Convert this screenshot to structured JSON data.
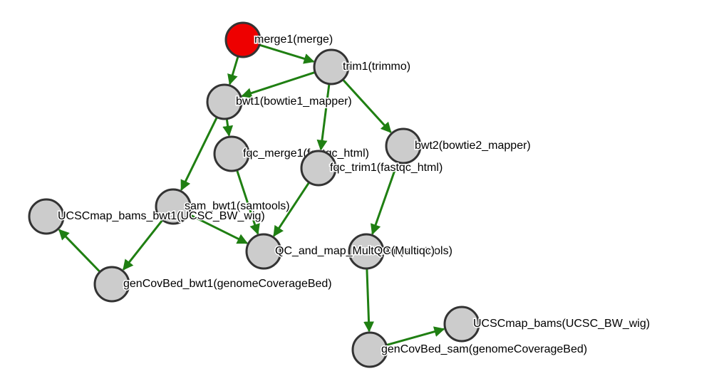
{
  "colors": {
    "edge": "#1f7f12",
    "node_default": "#cccccc",
    "node_active": "#ee0000",
    "node_stroke": "#333333"
  },
  "nodes": [
    {
      "id": "merge1",
      "label": "merge1(merge)",
      "state": "active"
    },
    {
      "id": "trim1",
      "label": "trim1(trimmo)",
      "state": "default"
    },
    {
      "id": "bwt1",
      "label": "bwt1(bowtie1_mapper)",
      "state": "default"
    },
    {
      "id": "bwt2",
      "label": "bwt2(bowtie2_mapper)",
      "state": "default"
    },
    {
      "id": "fqc_merge1",
      "label": "fqc_merge1(fastqc_html)",
      "state": "default"
    },
    {
      "id": "fqc_trim1",
      "label": "fqc_trim1(fastqc_html)",
      "state": "default"
    },
    {
      "id": "sam_bwt1",
      "label": "sam_bwt1(samtools)",
      "state": "default"
    },
    {
      "id": "ucsc_bwt1",
      "label": "UCSCmap_bams_bwt1(UCSC_BW_wig)",
      "state": "default"
    },
    {
      "id": "sam",
      "label": "sam(samtools)",
      "state": "default"
    },
    {
      "id": "qc",
      "label": "QC_and_map_MultQC(Multiqc)",
      "state": "default"
    },
    {
      "id": "gencov_bwt1",
      "label": "genCovBed_bwt1(genomeCoverageBed)",
      "state": "default"
    },
    {
      "id": "ucsc",
      "label": "UCSCmap_bams(UCSC_BW_wig)",
      "state": "default"
    },
    {
      "id": "gencov_sam",
      "label": "genCovBed_sam(genomeCoverageBed)",
      "state": "default"
    }
  ],
  "edges": [
    {
      "from": "merge1",
      "to": "trim1"
    },
    {
      "from": "merge1",
      "to": "bwt1"
    },
    {
      "from": "trim1",
      "to": "bwt1"
    },
    {
      "from": "trim1",
      "to": "fqc_trim1"
    },
    {
      "from": "trim1",
      "to": "bwt2"
    },
    {
      "from": "bwt1",
      "to": "fqc_merge1"
    },
    {
      "from": "bwt1",
      "to": "sam_bwt1"
    },
    {
      "from": "fqc_merge1",
      "to": "qc"
    },
    {
      "from": "fqc_trim1",
      "to": "qc"
    },
    {
      "from": "bwt2",
      "to": "sam"
    },
    {
      "from": "sam_bwt1",
      "to": "qc"
    },
    {
      "from": "sam_bwt1",
      "to": "gencov_bwt1"
    },
    {
      "from": "gencov_bwt1",
      "to": "ucsc_bwt1"
    },
    {
      "from": "sam",
      "to": "gencov_sam"
    },
    {
      "from": "gencov_sam",
      "to": "ucsc"
    }
  ]
}
